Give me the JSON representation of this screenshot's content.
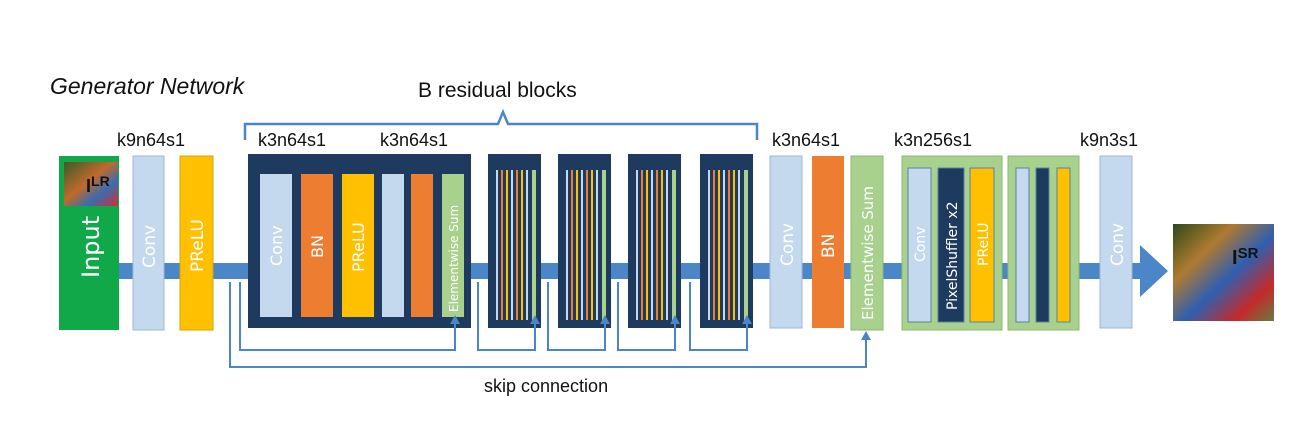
{
  "title": "Generator Network",
  "brace_label": "B residual blocks",
  "skip_label": "skip connection",
  "params": {
    "first_conv": "k9n64s1",
    "res_conv1": "k3n64s1",
    "res_conv2": "k3n64s1",
    "post_conv": "k3n64s1",
    "upsample_conv": "k3n256s1",
    "final_conv": "k9n3s1"
  },
  "blocks": {
    "input": "Input",
    "input_image_label": "I",
    "input_image_sub": "LR",
    "conv": "Conv",
    "prelu": "PReLU",
    "bn": "BN",
    "elementwise_sum": "Elementwise Sum",
    "pixelshuffler": "PixelShuffler x2",
    "output_image_label": "I",
    "output_image_sub": "SR"
  },
  "colors": {
    "conv": "#c5d9ee",
    "prelu": "#fec000",
    "bn": "#ed7d31",
    "sum": "#a9d18e",
    "input": "#11a84a",
    "dark_block": "#1f3a5f",
    "arrow": "#4a86c8"
  }
}
